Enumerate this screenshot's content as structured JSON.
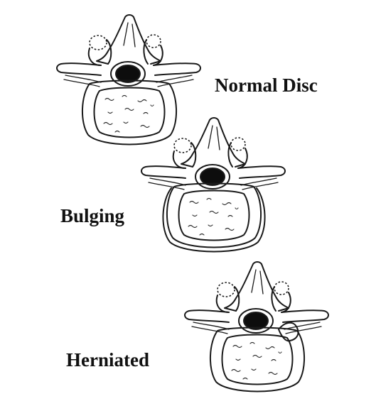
{
  "labels": {
    "normal": "Normal Disc",
    "bulging": "Bulging",
    "herniated": "Herniated"
  },
  "colors": {
    "ink": "#1a1a1a",
    "background": "#ffffff"
  }
}
